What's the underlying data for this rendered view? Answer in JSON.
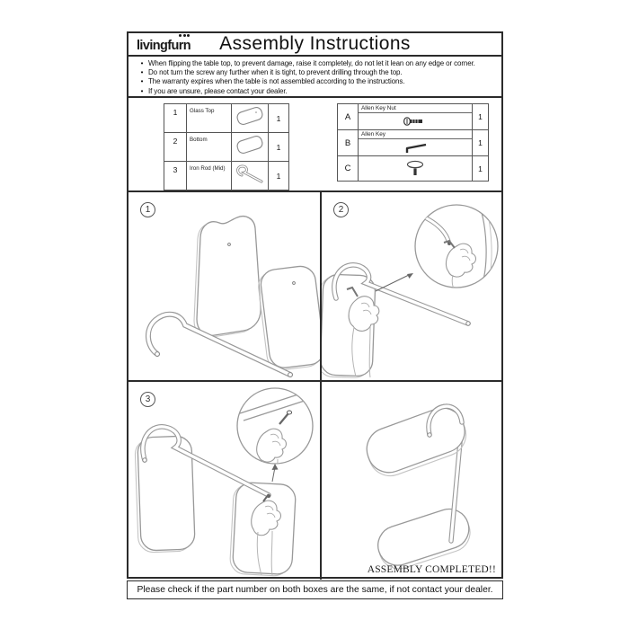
{
  "header": {
    "logo": "livingfurn",
    "title": "Assembly Instructions"
  },
  "notes": {
    "bullet": "•",
    "items": [
      "When flipping the table top, to prevent damage, raise it completely, do not let it lean on any edge or corner.",
      "Do not turn the screw any further when it is tight, to prevent drilling through the top.",
      "The warranty expires when the table is not assembled according to the instructions.",
      "If you are unsure, please contact your dealer."
    ]
  },
  "parts_left": {
    "rows": [
      {
        "num": "1",
        "name": "Glass Top",
        "qty": "1",
        "icon": "glass-top-icon"
      },
      {
        "num": "2",
        "name": "Bottom",
        "qty": "1",
        "icon": "bottom-panel-icon"
      },
      {
        "num": "3",
        "name": "Iron Rod (Mid)",
        "qty": "1",
        "icon": "iron-rod-icon"
      }
    ]
  },
  "parts_right": {
    "rows": [
      {
        "letter": "A",
        "label": "Allen Key Nut",
        "qty": "1",
        "icon": "allen-key-nut-icon"
      },
      {
        "letter": "B",
        "label": "Allen Key",
        "qty": "1",
        "icon": "allen-key-icon"
      },
      {
        "letter": "C",
        "label": "",
        "qty": "1",
        "icon": "floor-glide-icon"
      }
    ]
  },
  "steps": {
    "numbers": [
      "1",
      "2",
      "3"
    ],
    "completed_label": "ASSEMBLY COMPLETED!!"
  },
  "footer": {
    "text": "Please check if the part number on both boxes are the same, if not contact your dealer."
  },
  "colors": {
    "outer_border": "#2b2b2b",
    "table_border": "#555555",
    "line_art": "#999999",
    "text": "#111111",
    "background": "#ffffff"
  }
}
